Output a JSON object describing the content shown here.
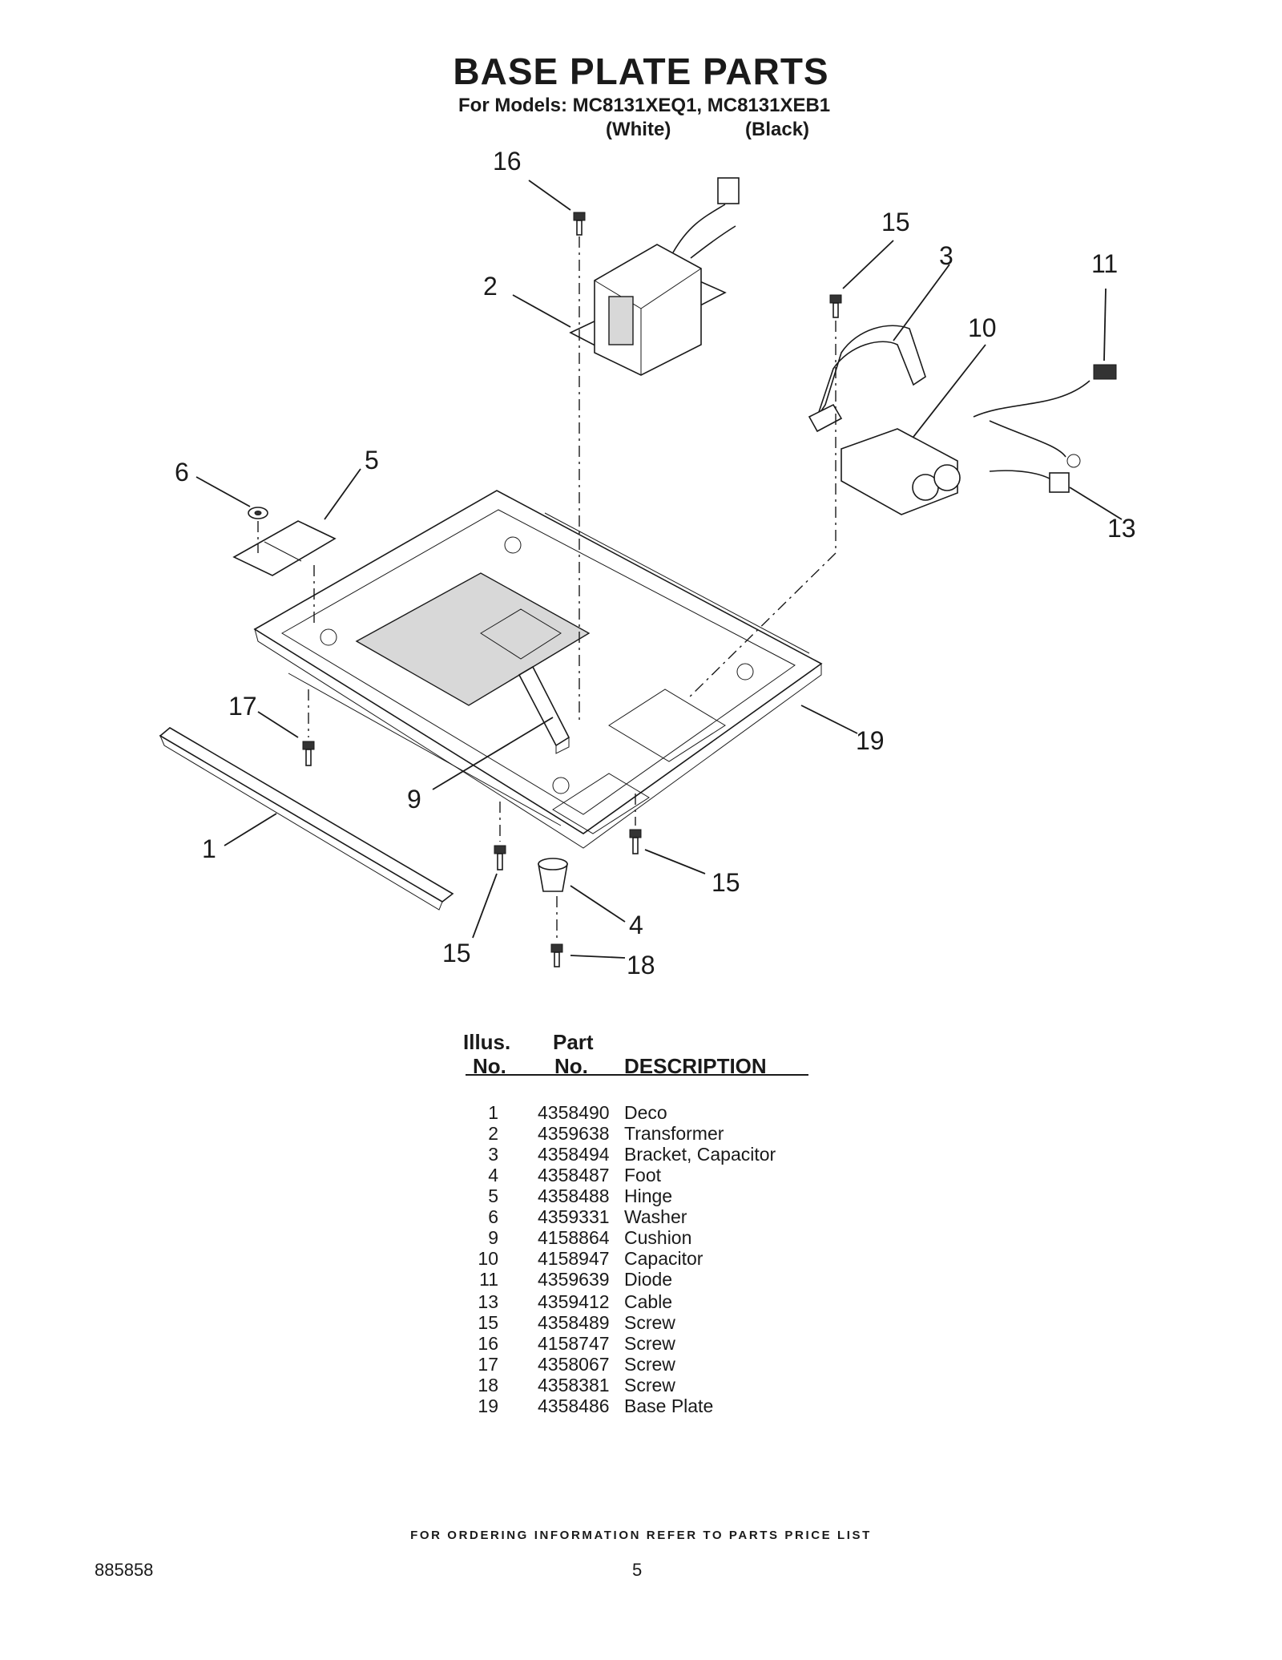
{
  "header": {
    "title": "BASE PLATE PARTS",
    "models_line": "For Models: MC8131XEQ1, MC8131XEB1",
    "variant_white": "(White)",
    "variant_black": "(Black)"
  },
  "callouts": [
    "16",
    "15",
    "3",
    "11",
    "2",
    "10",
    "6",
    "5",
    "13",
    "17",
    "19",
    "9",
    "1",
    "15",
    "4",
    "15",
    "18"
  ],
  "table": {
    "col_illus": [
      "Illus.",
      "No."
    ],
    "col_part": [
      "Part",
      "No."
    ],
    "col_desc": "DESCRIPTION",
    "rows": [
      {
        "no": "1",
        "part": "4358490",
        "desc": "Deco"
      },
      {
        "no": "2",
        "part": "4359638",
        "desc": "Transformer"
      },
      {
        "no": "3",
        "part": "4358494",
        "desc": "Bracket, Capacitor"
      },
      {
        "no": "4",
        "part": "4358487",
        "desc": "Foot"
      },
      {
        "no": "5",
        "part": "4358488",
        "desc": "Hinge"
      },
      {
        "no": "6",
        "part": "4359331",
        "desc": "Washer"
      },
      {
        "no": "9",
        "part": "4158864",
        "desc": "Cushion"
      },
      {
        "no": "10",
        "part": "4158947",
        "desc": "Capacitor"
      },
      {
        "no": "11",
        "part": "4359639",
        "desc": "Diode"
      },
      {
        "no": "13",
        "part": "4359412",
        "desc": "Cable"
      },
      {
        "no": "15",
        "part": "4358489",
        "desc": "Screw"
      },
      {
        "no": "16",
        "part": "4158747",
        "desc": "Screw"
      },
      {
        "no": "17",
        "part": "4358067",
        "desc": "Screw"
      },
      {
        "no": "18",
        "part": "4358381",
        "desc": "Screw"
      },
      {
        "no": "19",
        "part": "4358486",
        "desc": "Base Plate"
      }
    ]
  },
  "footer": {
    "ordering_note": "FOR ORDERING INFORMATION REFER TO PARTS PRICE LIST",
    "doc_number": "885858",
    "page_number": "5"
  }
}
